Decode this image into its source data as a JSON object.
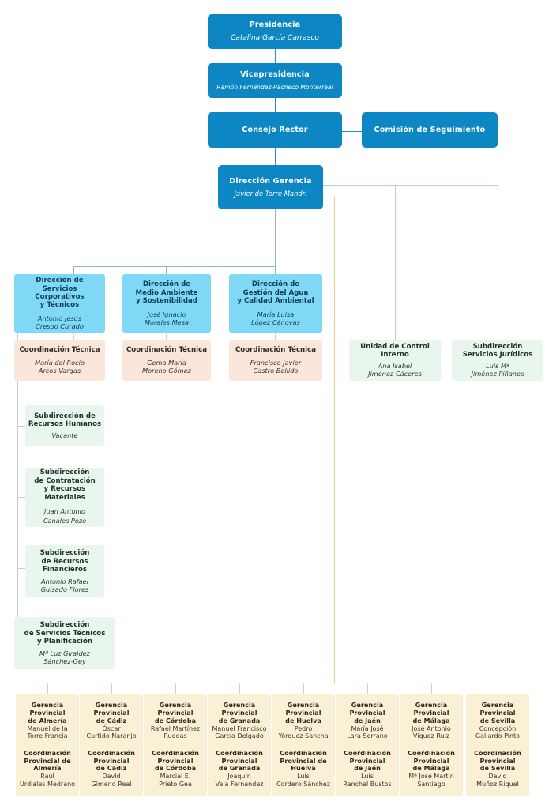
{
  "colors": {
    "top_box": "#0d87c4",
    "direction_box": "#7fd9f6",
    "coordination_box": "#fbe7da",
    "subdireccion_box": "#e9f6ee",
    "gerencia_box": "#faf0d6",
    "connector_blue": "#1c8fc6",
    "connector_gold": "#f0c863",
    "connector_teal": "#8fb8b6"
  },
  "chart_data": {
    "type": "diagram",
    "title": "Organigrama",
    "nodes": [
      {
        "id": "presidencia",
        "title": "Presidencia",
        "person": "Catalina García Carrasco",
        "level": "top"
      },
      {
        "id": "vicepresidencia",
        "title": "Vicepresidencia",
        "person": "Ramón Fernández-Pacheco Monterreal",
        "level": "top"
      },
      {
        "id": "consejo-rector",
        "title": "Consejo Rector",
        "person": "",
        "level": "top"
      },
      {
        "id": "comision-seguimiento",
        "title": "Comisión de Seguimiento",
        "person": "",
        "level": "top"
      },
      {
        "id": "direccion-gerencia",
        "title": "Dirección Gerencia",
        "person": "Javier de Torre Mandri",
        "level": "top"
      }
    ],
    "edges": [
      {
        "from": "presidencia",
        "to": "vicepresidencia"
      },
      {
        "from": "vicepresidencia",
        "to": "consejo-rector"
      },
      {
        "from": "consejo-rector",
        "to": "comision-seguimiento"
      },
      {
        "from": "consejo-rector",
        "to": "direccion-gerencia"
      },
      {
        "from": "direccion-gerencia",
        "to": "direcciones"
      },
      {
        "from": "direccion-gerencia",
        "to": "unidad-control-interno"
      },
      {
        "from": "direccion-gerencia",
        "to": "subdireccion-servicios-juridicos"
      },
      {
        "from": "direccion-gerencia",
        "to": "gerencias-provinciales"
      }
    ]
  },
  "top": {
    "presidencia": {
      "title": "Presidencia",
      "person": "Catalina García Carrasco"
    },
    "vicepresidencia": {
      "title": "Vicepresidencia",
      "person": "Ramón Fernández-Pacheco Monterreal"
    },
    "consejo_rector": {
      "title": "Consejo Rector",
      "person": ""
    },
    "comision_seguimiento": {
      "title": "Comisión de Seguimiento",
      "person": ""
    },
    "direccion_gerencia": {
      "title": "Dirección Gerencia",
      "person": "Javier de Torre Mandri"
    }
  },
  "direcciones": [
    {
      "title": "Dirección de\nServicios Corporativos\ny Técnicos",
      "title_lines": [
        "Dirección de",
        "Servicios Corporativos",
        "y Técnicos"
      ],
      "person_lines": [
        "Antonio Jesús",
        "Crespo Curado"
      ],
      "coordinacion": {
        "title_lines": [
          "Coordinación Técnica"
        ],
        "person_lines": [
          "María del Rocío",
          "Arcos Vargas"
        ]
      }
    },
    {
      "title": "Dirección de\nMedio Ambiente\ny Sostenibilidad",
      "title_lines": [
        "Dirección de",
        "Medio Ambiente",
        "y Sostenibilidad"
      ],
      "person_lines": [
        "José Ignacio",
        "Morales Mesa"
      ],
      "coordinacion": {
        "title_lines": [
          "Coordinación Técnica"
        ],
        "person_lines": [
          "Gema María",
          "Moreno Gómez"
        ]
      }
    },
    {
      "title": "Dirección de\nGestión del Agua\ny Calidad Ambiental",
      "title_lines": [
        "Dirección de",
        "Gestión del Agua",
        "y Calidad Ambiental"
      ],
      "person_lines": [
        "María Luisa",
        "López Cánovas"
      ],
      "coordinacion": {
        "title_lines": [
          "Coordinación Técnica"
        ],
        "person_lines": [
          "Francisco Javier",
          "Castro Bellido"
        ]
      }
    }
  ],
  "staff_units": [
    {
      "title_lines": [
        "Unidad de Control",
        "Interno"
      ],
      "person_lines": [
        "Ana Isabel",
        "Jiménez Cáceres"
      ]
    },
    {
      "title_lines": [
        "Subdirección",
        "Servicios Jurídicos"
      ],
      "person_lines": [
        "Luis Mª",
        "Jiménez Piñanes"
      ]
    }
  ],
  "subdirecciones": [
    {
      "title_lines": [
        "Subdirección de",
        "Recursos Humanos"
      ],
      "person_lines": [
        "Vacante"
      ]
    },
    {
      "title_lines": [
        "Subdirección",
        "de Contratación",
        "y Recursos",
        "Materiales"
      ],
      "person_lines": [
        "Juan Antonio",
        "Canales Pozo"
      ]
    },
    {
      "title_lines": [
        "Subdirección",
        "de Recursos",
        "Financieros"
      ],
      "person_lines": [
        "Antonio Rafael",
        "Guisado Flores"
      ]
    },
    {
      "title_lines": [
        "Subdirección",
        "de Servicios Técnicos",
        "y Planificación"
      ],
      "person_lines": [
        "Mª Luz Giraldez",
        "Sánchez-Gey"
      ]
    }
  ],
  "gerencias": [
    {
      "gerencia_title_lines": [
        "Gerencia",
        "Provincial",
        "de Almería"
      ],
      "gerencia_person_lines": [
        "Manuel de la",
        "Torre Francia"
      ],
      "coordinacion_title_lines": [
        "Coordinación",
        "Provincial de",
        "Almería"
      ],
      "coordinacion_person_lines": [
        "Raúl",
        "Urdiales Medrano"
      ]
    },
    {
      "gerencia_title_lines": [
        "Gerencia",
        "Provincial",
        "de Cádiz"
      ],
      "gerencia_person_lines": [
        "Óscar",
        "Curtido Naranjo"
      ],
      "coordinacion_title_lines": [
        "Coordinación",
        "Provincial",
        "de Cádiz"
      ],
      "coordinacion_person_lines": [
        "David",
        "Gimeno Real"
      ]
    },
    {
      "gerencia_title_lines": [
        "Gerencia",
        "Provincial",
        "de Córdoba"
      ],
      "gerencia_person_lines": [
        "Rafael Martínez",
        "Ruedas"
      ],
      "coordinacion_title_lines": [
        "Coordinación",
        "Provincial",
        "de Córdoba"
      ],
      "coordinacion_person_lines": [
        "Marcial E.",
        "Prieto Gea"
      ]
    },
    {
      "gerencia_title_lines": [
        "Gerencia",
        "Provincial",
        "de Granada"
      ],
      "gerencia_person_lines": [
        "Manuel Francisco",
        "García Delgado"
      ],
      "coordinacion_title_lines": [
        "Coordinación",
        "Provincial",
        "de Granada"
      ],
      "coordinacion_person_lines": [
        "Joaquín",
        "Vela Fernández"
      ]
    },
    {
      "gerencia_title_lines": [
        "Gerencia",
        "Provincial",
        "de Huelva"
      ],
      "gerencia_person_lines": [
        "Pedro",
        "Yórquez Sancha"
      ],
      "coordinacion_title_lines": [
        "Coordinación",
        "Provincial de",
        "Huelva"
      ],
      "coordinacion_person_lines": [
        "Luis",
        "Cordero Sánchez"
      ]
    },
    {
      "gerencia_title_lines": [
        "Gerencia",
        "Provincial",
        "de Jaén"
      ],
      "gerencia_person_lines": [
        "María José",
        "Lara Serrano"
      ],
      "coordinacion_title_lines": [
        "Coordinación",
        "Provincial",
        "de Jaén"
      ],
      "coordinacion_person_lines": [
        "Luis",
        "Ranchal Bustos"
      ]
    },
    {
      "gerencia_title_lines": [
        "Gerencia",
        "Provincial",
        "de Málaga"
      ],
      "gerencia_person_lines": [
        "José Antonio",
        "Víquez Ruiz"
      ],
      "coordinacion_title_lines": [
        "Coordinación",
        "Provincial",
        "de Málaga"
      ],
      "coordinacion_person_lines": [
        "Mª José Martín",
        "Santiago"
      ]
    },
    {
      "gerencia_title_lines": [
        "Gerencia",
        "Provincial",
        "de Sevilla"
      ],
      "gerencia_person_lines": [
        "Concepción",
        "Gallardo Pinto"
      ],
      "coordinacion_title_lines": [
        "Coordinación",
        "Provincial",
        "de Sevilla"
      ],
      "coordinacion_person_lines": [
        "David",
        "Muñoz Riquel"
      ]
    }
  ]
}
